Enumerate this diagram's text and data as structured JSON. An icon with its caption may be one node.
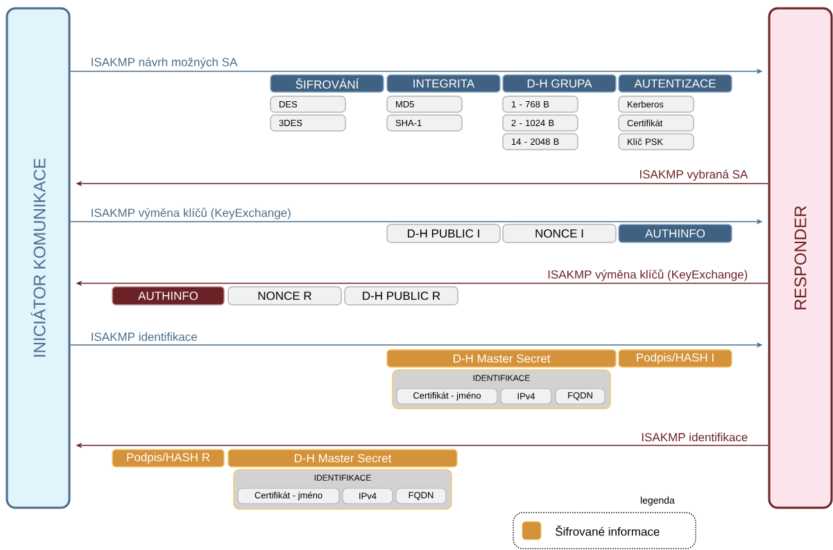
{
  "diagram": {
    "nodes": [
      {
        "text": [
          "INICIÁTOR KOMUNIKACE"
        ]
      },
      {
        "text": [
          "RESPONDER"
        ]
      },
      {
        "text": [
          "ŠIFROVÁNÍ"
        ]
      },
      {
        "text": [
          "INTEGRITA"
        ]
      },
      {
        "text": [
          "D-H GRUPA"
        ]
      },
      {
        "text": [
          "AUTENTIZACE"
        ]
      },
      {
        "text": [
          "DES"
        ]
      },
      {
        "text": [
          "MD5"
        ]
      },
      {
        "text": [
          "1 - 768 B"
        ]
      },
      {
        "text": [
          "Kerberos"
        ]
      },
      {
        "text": [
          "3DES"
        ]
      },
      {
        "text": [
          "SHA-1"
        ]
      },
      {
        "text": [
          "2 - 1024 B"
        ]
      },
      {
        "text": [
          "Certifikát"
        ]
      },
      {
        "text": [
          "14 - 2048 B"
        ]
      },
      {
        "text": [
          "Klíč PSK"
        ]
      },
      {
        "text": [
          "D-H PUBLIC I"
        ]
      },
      {
        "text": [
          "NONCE I"
        ]
      },
      {
        "text": [
          "AUTHINFO"
        ]
      },
      {
        "text": [
          "AUTHINFO"
        ]
      },
      {
        "text": [
          "NONCE R"
        ]
      },
      {
        "text": [
          "D-H PUBLIC R"
        ]
      },
      {
        "text": [
          "D-H Master Secret"
        ]
      },
      {
        "text": [
          "Podpis/HASH I"
        ]
      },
      {
        "text": [
          "IDENTIFIKACE"
        ]
      },
      {
        "text": [
          "Certifikát - jméno"
        ],
        "in": 24
      },
      {
        "text": [
          "IPv4"
        ],
        "in": 24
      },
      {
        "text": [
          "FQDN"
        ],
        "in": 24
      },
      {
        "text": [
          "Podpis/HASH R"
        ]
      },
      {
        "text": [
          "D-H Master Secret"
        ]
      },
      {
        "text": [
          "IDENTIFIKACE"
        ]
      },
      {
        "text": [
          "Certifikát - jméno"
        ],
        "in": 30
      },
      {
        "text": [
          "IPv4"
        ],
        "in": 30
      },
      {
        "text": [
          "FQDN"
        ],
        "in": 30
      }
    ],
    "edges": [
      {
        "from": 0,
        "to": 1,
        "arrow": "to",
        "label": "ISAKMP návrh možných SA",
        "color": "#4a6d8c"
      },
      {
        "from": 1,
        "to": 0,
        "arrow": "to",
        "label": "ISAKMP vybraná SA",
        "color": "#6b2226"
      },
      {
        "from": 0,
        "to": 1,
        "arrow": "to",
        "label": "ISAKMP výměna klíčů (KeyExchange)",
        "color": "#4a6d8c"
      },
      {
        "from": 1,
        "to": 0,
        "arrow": "to",
        "label": "ISAKMP výměna klíčů (KeyExchange)",
        "color": "#6b2226"
      },
      {
        "from": 0,
        "to": 1,
        "arrow": "to",
        "label": "ISAKMP identifikace",
        "color": "#4a6d8c"
      },
      {
        "from": 1,
        "to": 0,
        "arrow": "to",
        "label": "ISAKMP identifikace",
        "color": "#6b2226"
      }
    ],
    "labels": [
      "legenda"
    ],
    "legend": [
      {
        "text": "Šifrované informace",
        "color": "#d4923a"
      }
    ]
  }
}
